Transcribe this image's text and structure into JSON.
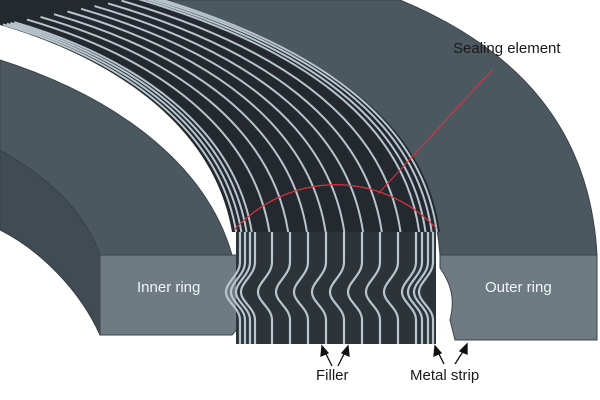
{
  "labels": {
    "sealing_element": "Sealing element",
    "inner_ring": "Inner ring",
    "outer_ring": "Outer ring",
    "filler": "Filler",
    "metal_strip": "Metal strip"
  },
  "colors": {
    "ring_top": "#4c5860",
    "ring_front": "#6f7b83",
    "ring_wall": "#404b53",
    "filler": "#23292f",
    "filler_front": "#2c343a",
    "strip": "#b9c5cd",
    "accent_line": "#e0323c"
  }
}
